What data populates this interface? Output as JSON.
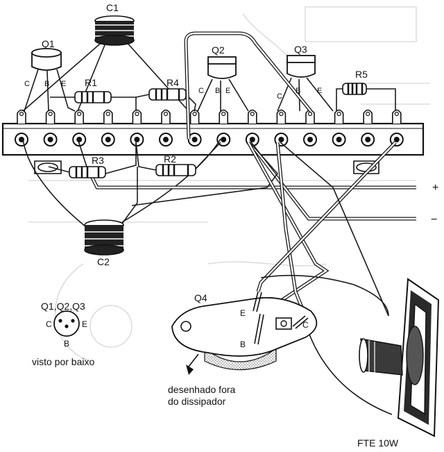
{
  "labels": {
    "c1": "C1",
    "c2": "C2",
    "q1": "Q1",
    "q2": "Q2",
    "q3": "Q3",
    "q4": "Q4",
    "r1": "R1",
    "r2": "R2",
    "r3": "R3",
    "r4": "R4",
    "r5": "R5",
    "pin_c": "C",
    "pin_b": "B",
    "pin_e": "E",
    "plus": "+",
    "minus": "−",
    "pinout_title": "Q1,Q2,Q3",
    "pinout_caption": "visto por baixo",
    "q4_note_line1": "desenhado fora",
    "q4_note_line2": "do dissipador",
    "speaker": "FTE 10W"
  }
}
